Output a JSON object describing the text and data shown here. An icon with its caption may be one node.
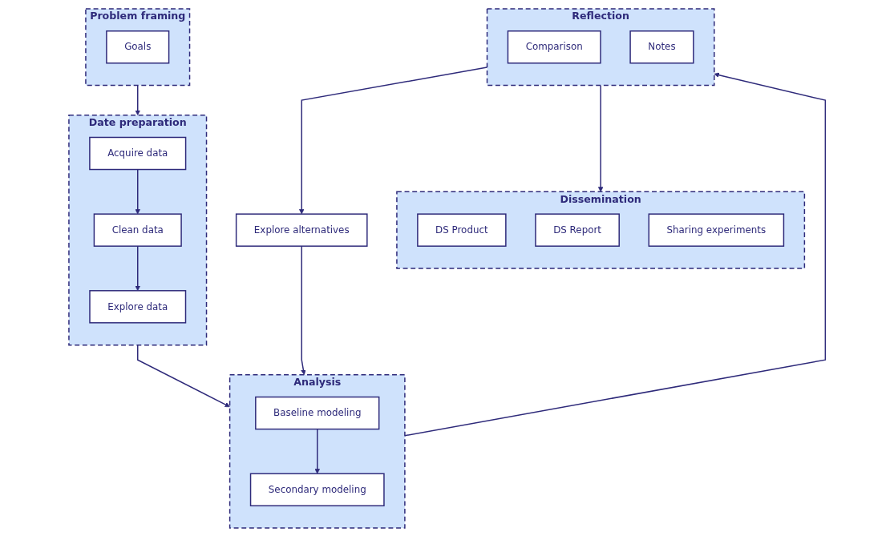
{
  "diagram": {
    "nodes": [
      {
        "text": [
          "Problem framing"
        ]
      },
      {
        "text": [
          "Goals"
        ],
        "in": 0
      },
      {
        "text": [
          "Date preparation"
        ]
      },
      {
        "text": [
          "Acquire data"
        ],
        "in": 2
      },
      {
        "text": [
          "Clean data"
        ],
        "in": 2
      },
      {
        "text": [
          "Explore data"
        ],
        "in": 2
      },
      {
        "text": [
          "Explore alternatives"
        ]
      },
      {
        "text": [
          "Analysis"
        ]
      },
      {
        "text": [
          "Baseline modeling"
        ],
        "in": 7
      },
      {
        "text": [
          "Secondary modeling"
        ],
        "in": 7
      },
      {
        "text": [
          "Reflection"
        ]
      },
      {
        "text": [
          "Comparison"
        ],
        "in": 10
      },
      {
        "text": [
          "Notes"
        ],
        "in": 10
      },
      {
        "text": [
          "Dissemination"
        ]
      },
      {
        "text": [
          "DS Product"
        ],
        "in": 13
      },
      {
        "text": [
          "DS Report"
        ],
        "in": 13
      },
      {
        "text": [
          "Sharing experiments"
        ],
        "in": 13
      }
    ],
    "edges": [
      {
        "from": 0,
        "to": 2,
        "arrow": "to"
      },
      {
        "from": 3,
        "to": 4,
        "arrow": "to"
      },
      {
        "from": 4,
        "to": 5,
        "arrow": "to"
      },
      {
        "from": 2,
        "to": 7,
        "arrow": "to"
      },
      {
        "from": 6,
        "to": 7,
        "arrow": "to"
      },
      {
        "from": 8,
        "to": 9,
        "arrow": "to"
      },
      {
        "from": 7,
        "to": 10,
        "arrow": "to"
      },
      {
        "from": 10,
        "to": 6,
        "arrow": "to"
      },
      {
        "from": 10,
        "to": 13,
        "arrow": "to"
      }
    ]
  }
}
